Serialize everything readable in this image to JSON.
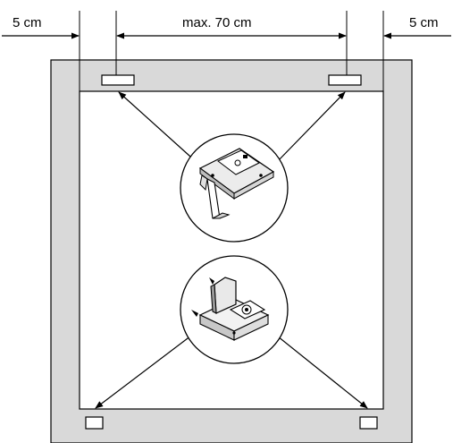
{
  "dimensions": {
    "left_margin": "5 cm",
    "center_span": "max. 70 cm",
    "right_margin": "5 cm"
  },
  "colors": {
    "frame": "#d9d9d9",
    "line": "#000000",
    "background": "#ffffff"
  },
  "icons": {
    "top_device": "wall-mount-bracket-icon",
    "bottom_device": "tabletop-reader-icon"
  }
}
